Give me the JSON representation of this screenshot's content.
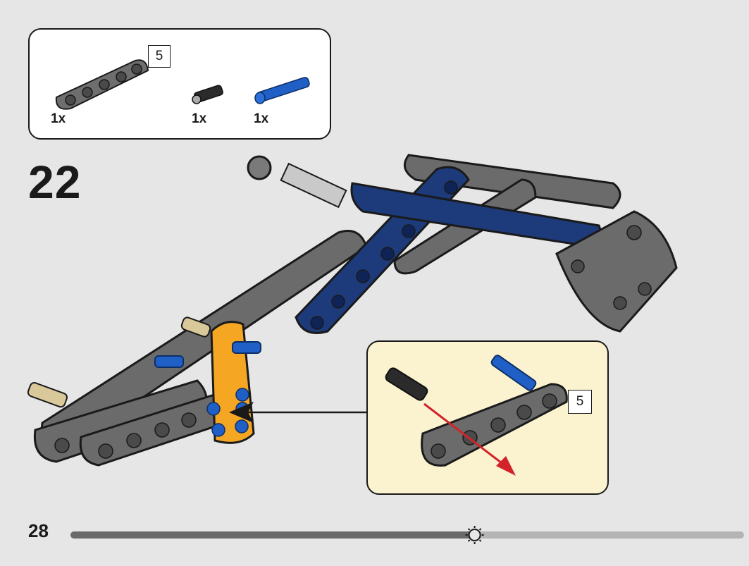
{
  "step": {
    "number": "22"
  },
  "parts_list": {
    "items": [
      {
        "name": "beam-5",
        "quantity": "1x",
        "length": "5",
        "color": "#6e6e6e"
      },
      {
        "name": "pin-black",
        "quantity": "1x",
        "color": "#2b2b2b"
      },
      {
        "name": "axle-pin-blue",
        "quantity": "1x",
        "color": "#1f5fc6"
      }
    ]
  },
  "detail_callout": {
    "length": "5"
  },
  "footer": {
    "page_number": "28",
    "progress": 0.6
  },
  "colors": {
    "gray_beam": "#6b6b6b",
    "dark_blue_beam": "#1d3a7a",
    "orange_part": "#f5a623",
    "blue_pin": "#1f5fc6",
    "tan_pin": "#d8c89a",
    "arrow_red": "#d2232a"
  }
}
